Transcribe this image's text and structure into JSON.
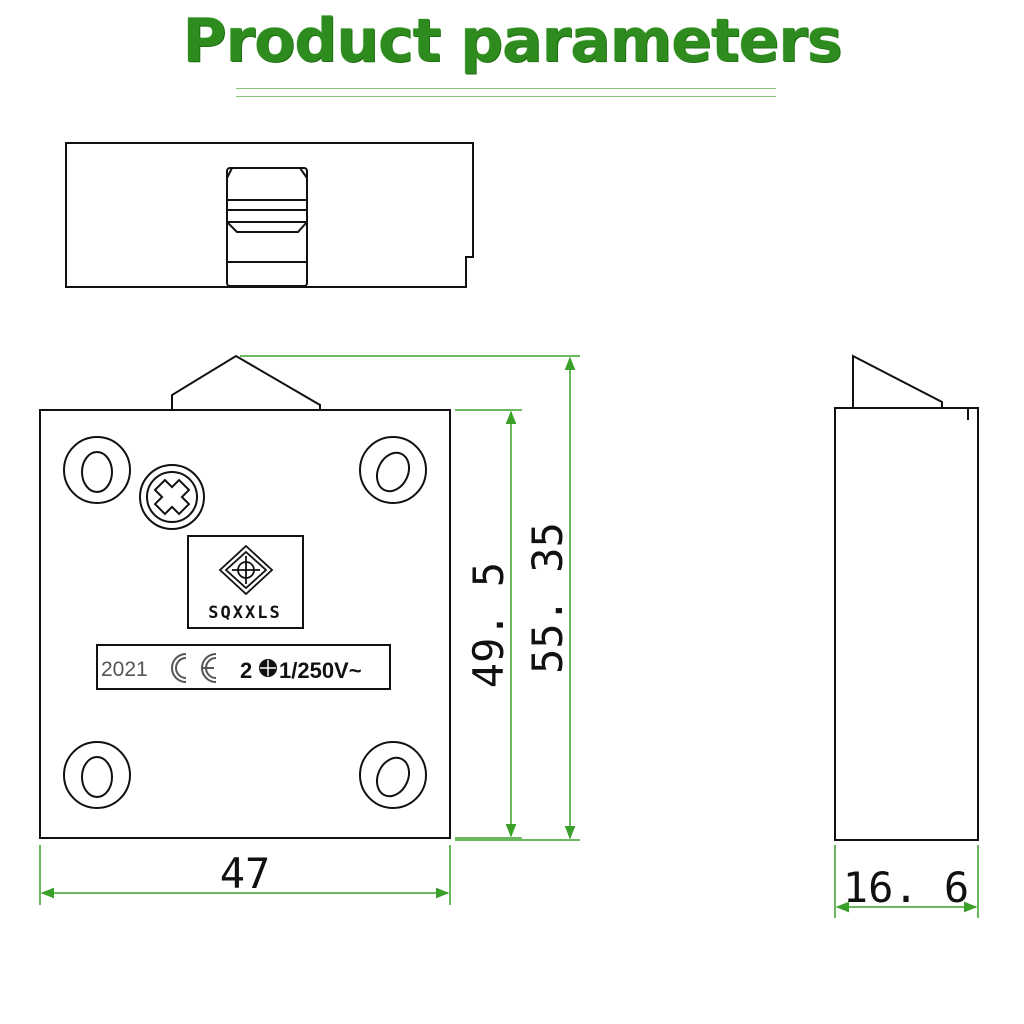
{
  "title": "Product parameters",
  "dimensions": {
    "width": "47",
    "inner_height": "49. 5",
    "total_height": "55. 35",
    "depth": "16. 6"
  },
  "label": {
    "brand": "SQXXLS",
    "year": "2021",
    "rating_prefix": "2",
    "rating_suffix": "1/250V~"
  },
  "colors": {
    "title": "#2e8b1e",
    "dimension_lines": "#3aa02a",
    "outline": "#111111"
  },
  "icons": [
    "ce-mark-icon",
    "phillips-screw-icon",
    "brand-logo-icon",
    "ground-symbol-icon"
  ]
}
